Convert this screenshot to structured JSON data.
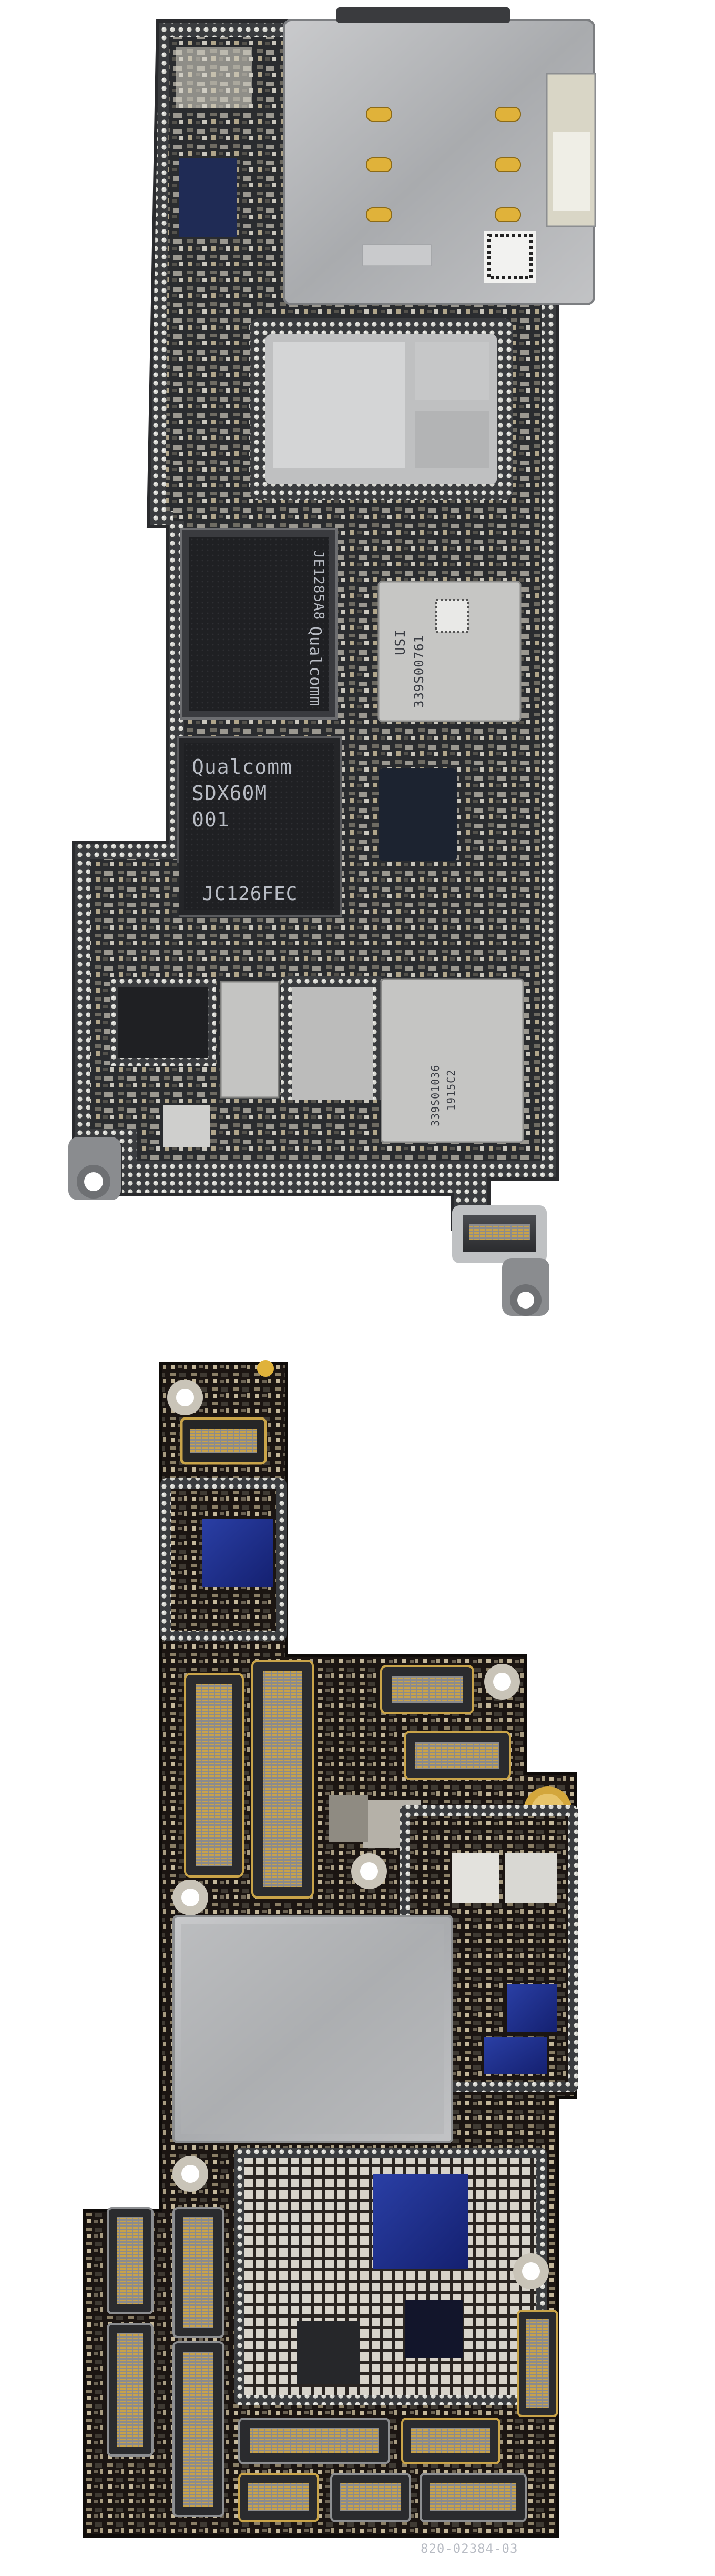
{
  "photo": {
    "boards": [
      {
        "name": "top-logic-board",
        "markings": {
          "qualcomm_logo_small": "Qualcomm",
          "pmic_code": "JE1285A8",
          "modem_brand": "Qualcomm",
          "modem_model": "SDX60M",
          "modem_rev": "001",
          "modem_lot": "JC126FEC",
          "usi_label": "USI",
          "usi_code": "339S00761",
          "rf_code_1": "339S01036",
          "rf_code_2": "1915C2"
        }
      },
      {
        "name": "bottom-logic-board",
        "markings": {
          "board_id": "820-02384-03"
        }
      }
    ],
    "colors": {
      "background": "#ffffff",
      "pcb_gray": "#3b3d40",
      "pcb_dark": "#1a1410",
      "shield_silver": "#b9bbbd",
      "chip_black": "#1e1f22",
      "blue_chip": "#1e2f8a",
      "gold": "#c9a449",
      "solder": "#d6d6d0"
    }
  }
}
